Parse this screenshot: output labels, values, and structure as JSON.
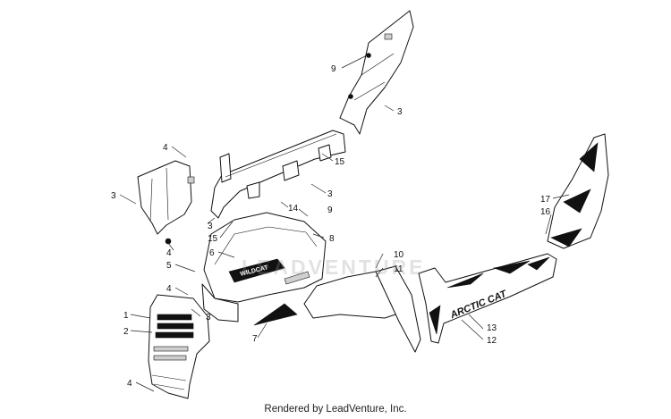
{
  "callouts": [
    {
      "id": "c9a",
      "text": "9"
    },
    {
      "id": "c3a",
      "text": "3"
    },
    {
      "id": "c4a",
      "text": "4"
    },
    {
      "id": "c15a",
      "text": "15"
    },
    {
      "id": "c3b",
      "text": "3"
    },
    {
      "id": "c3c",
      "text": "3"
    },
    {
      "id": "c14",
      "text": "14"
    },
    {
      "id": "c9b",
      "text": "9"
    },
    {
      "id": "c3d",
      "text": "3"
    },
    {
      "id": "c15b",
      "text": "15"
    },
    {
      "id": "c8",
      "text": "8"
    },
    {
      "id": "c4b",
      "text": "4"
    },
    {
      "id": "c6",
      "text": "6"
    },
    {
      "id": "c5",
      "text": "5"
    },
    {
      "id": "c10",
      "text": "10"
    },
    {
      "id": "c11",
      "text": "11"
    },
    {
      "id": "c4c",
      "text": "4"
    },
    {
      "id": "c3e",
      "text": "3"
    },
    {
      "id": "c1",
      "text": "1"
    },
    {
      "id": "c2",
      "text": "2"
    },
    {
      "id": "c7",
      "text": "7"
    },
    {
      "id": "c17",
      "text": "17"
    },
    {
      "id": "c16",
      "text": "16"
    },
    {
      "id": "c13",
      "text": "13"
    },
    {
      "id": "c12",
      "text": "12"
    },
    {
      "id": "c4d",
      "text": "4"
    }
  ],
  "decals": {
    "hood_logo": "WILDCAT",
    "side_logo": "ARCTIC CAT"
  },
  "watermark": "LEADVENTURE",
  "footer": "Rendered by LeadVenture, Inc."
}
